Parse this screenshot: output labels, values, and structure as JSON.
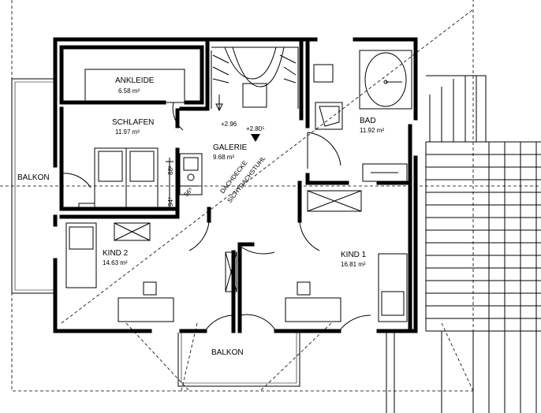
{
  "rooms": {
    "ankleide": {
      "name": "ANKLEIDE",
      "area": "6.58 m²"
    },
    "schlafen": {
      "name": "SCHLAFEN",
      "area": "11.97 m²"
    },
    "galerie": {
      "name": "GALERIE",
      "area": "9.68 m²"
    },
    "bad": {
      "name": "BAD",
      "area": "11.92 m²"
    },
    "kind1": {
      "name": "KIND 1",
      "area": "16.81 m²"
    },
    "kind2": {
      "name": "KIND 2",
      "area": "14.63 m²"
    },
    "balkon_west": {
      "name": "BALKON"
    },
    "balkon_south": {
      "name": "BALKON"
    }
  },
  "levels": {
    "level_a": "+2.96",
    "level_b": "+2.80⁵"
  },
  "dimensions": {
    "dim_a": "88²",
    "dim_b": "94⁷",
    "dim_c": "56⁵"
  },
  "annotation": {
    "line1": "DACHDECKE",
    "line2": "SICHTDACHSTUHL"
  }
}
